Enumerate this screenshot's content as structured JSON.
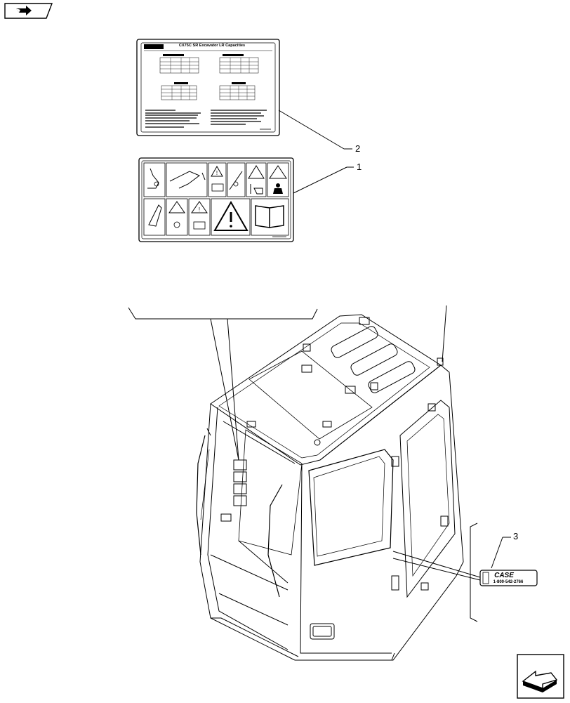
{
  "callouts": [
    "1",
    "2",
    "3"
  ],
  "decal_capacities": {
    "logo": "CASE",
    "title": "CX75C SR Excavator LR Capacities"
  },
  "decal_phone": {
    "logo": "CASE",
    "phone": "1-800-542-2766"
  },
  "nav": {
    "top_left_icon": "right-arrow-nav-icon",
    "bottom_right_icon": "left-arrow-nav-icon"
  }
}
